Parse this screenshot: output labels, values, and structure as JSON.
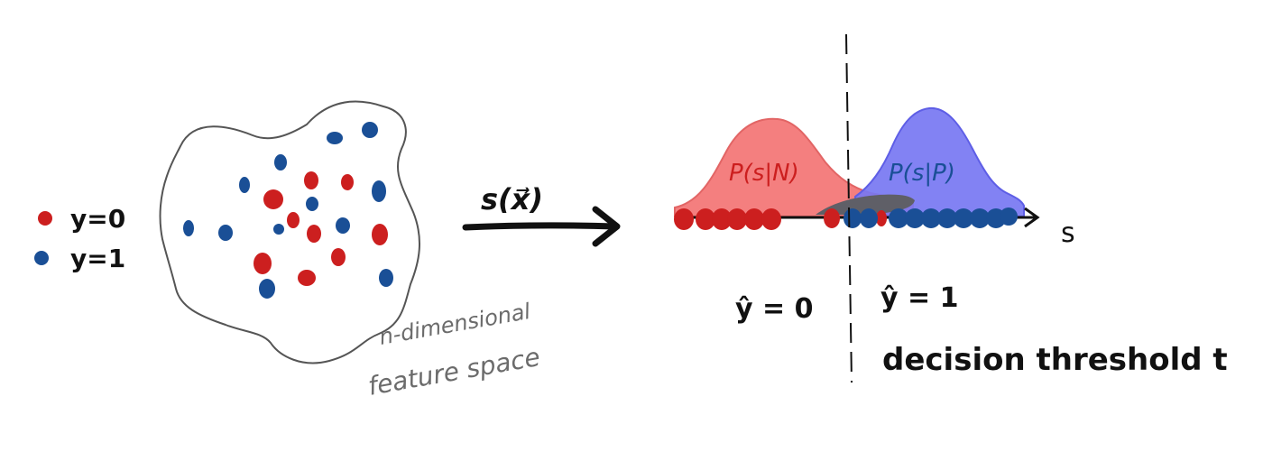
{
  "legend": {
    "items": [
      {
        "label": "y=0",
        "color": "#cc1f1f"
      },
      {
        "label": "y=1",
        "color": "#1a4f96"
      }
    ]
  },
  "feature_space": {
    "caption_line1": "n-dimensional",
    "caption_line2": "feature space"
  },
  "mapping": {
    "label": "s(x⃗)"
  },
  "score_axis": {
    "axis_label": "s",
    "negative_dist_label": "P(s|N)",
    "positive_dist_label": "P(s|P)"
  },
  "decision": {
    "pred_zero_label": "ŷ = 0",
    "pred_one_label": "ŷ = 1",
    "threshold_label": "decision threshold t"
  },
  "colors": {
    "negative": "#cc1f1f",
    "positive": "#1a4f96",
    "negative_fill": "#f47f7f",
    "positive_fill": "#7777f2",
    "caption": "#6b6b6b"
  }
}
